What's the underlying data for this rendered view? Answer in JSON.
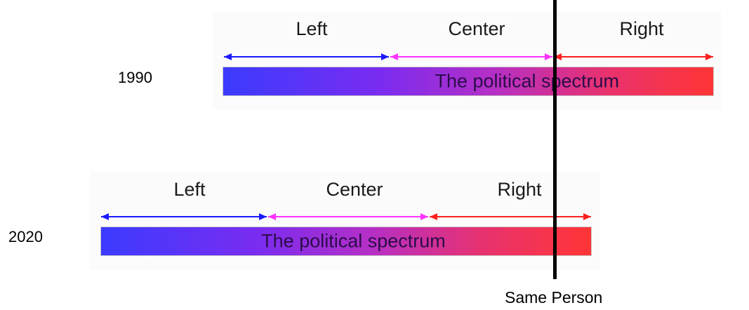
{
  "spectra": [
    {
      "year": "1990",
      "segments": [
        {
          "label": "Left",
          "color": "#1a1aff"
        },
        {
          "label": "Center",
          "color": "#ff33ff"
        },
        {
          "label": "Right",
          "color": "#ff2020"
        }
      ],
      "bar_label": "The political spectrum"
    },
    {
      "year": "2020",
      "segments": [
        {
          "label": "Left",
          "color": "#1a1aff"
        },
        {
          "label": "Center",
          "color": "#ff33ff"
        },
        {
          "label": "Right",
          "color": "#ff2020"
        }
      ],
      "bar_label": "The political spectrum"
    }
  ],
  "marker": {
    "label": "Same Person"
  }
}
